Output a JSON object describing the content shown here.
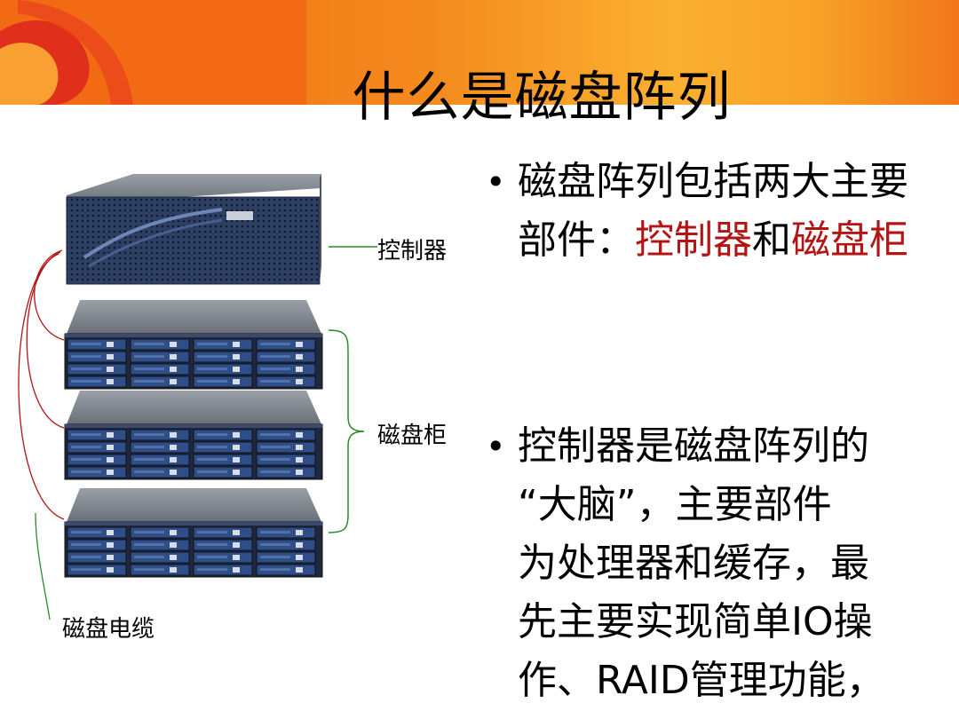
{
  "slide": {
    "title": "什么是磁盘阵列",
    "bullet1": {
      "prefix": "磁盘阵列包括两大主要部件：",
      "highlight1": "控制器",
      "joiner": "和",
      "highlight2": "磁盘柜"
    },
    "bullet2": {
      "text_lines": [
        "控制器是磁盘阵列的",
        "“大脑”，主要部件",
        "为处理器和缓存，最",
        "先主要实现简单IO操",
        "作、RAID管理功能，"
      ]
    },
    "labels": {
      "controller": "控制器",
      "disk_enclosure": "磁盘柜",
      "disk_cable": "磁盘电缆"
    },
    "colors": {
      "highlight": "#b31515",
      "banner": "#f48a1e"
    }
  }
}
